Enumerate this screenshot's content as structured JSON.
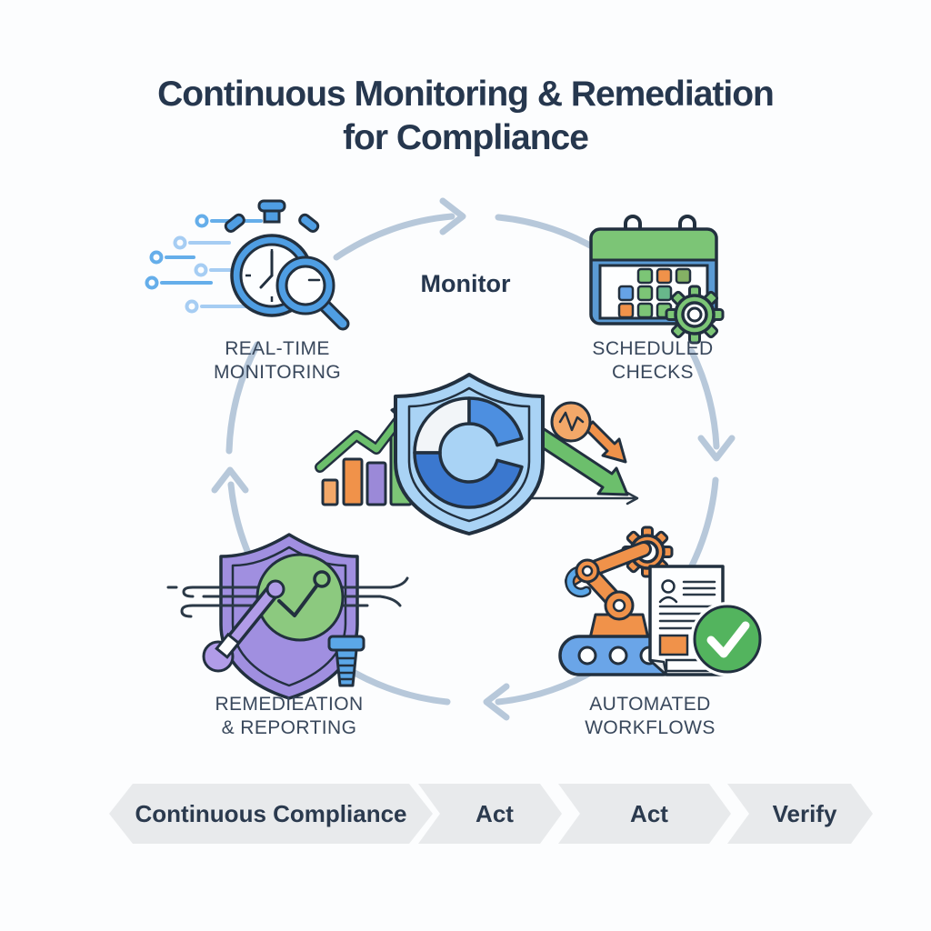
{
  "title": {
    "line1": "Continuous Monitoring & Remediation",
    "line2": "for Compliance"
  },
  "cycle": {
    "top_label": "Monitor",
    "direction": "clockwise",
    "center_icon": "compliance-shield-icon",
    "stages": [
      {
        "id": "real-time-monitoring",
        "label_line1": "REAL-TIME",
        "label_line2": "MONITORING",
        "icon": "stopwatch-magnifier-icon",
        "position": "top-left"
      },
      {
        "id": "scheduled-checks",
        "label_line1": "SCHEDULED",
        "label_line2": "CHECKS",
        "icon": "calendar-gear-icon",
        "position": "top-right"
      },
      {
        "id": "automated-workflows",
        "label_line1": "AUTOMATED",
        "label_line2": "WORKFLOWS",
        "icon": "robot-arm-document-icon",
        "position": "bottom-right"
      },
      {
        "id": "remediation-reporting",
        "label_line1": "REMEDIEATION",
        "label_line2": "& REPORTING",
        "icon": "shield-wrench-icon",
        "position": "bottom-left"
      }
    ]
  },
  "process_bar": {
    "steps": [
      {
        "label": "Continuous Compliance"
      },
      {
        "label": "Act"
      },
      {
        "label": "Act"
      },
      {
        "label": "Verify"
      }
    ]
  },
  "colors": {
    "background": "#fcfdfe",
    "outline_dark": "#22303f",
    "title_text": "#26374e",
    "stage_label_text": "#39485c",
    "cycle_arc": "#b7c8da",
    "chevron_background": "#e8eaec",
    "blue_primary": "#4f9ee3",
    "blue_shield": "#a9d3f5",
    "blue_c_mid": "#4d8fe0",
    "blue_c_dark": "#3b78cf",
    "calendar_frame_blue": "#5b9bd5",
    "green": "#7cc576",
    "green_arrow": "#6cbf6c",
    "green_check": "#53b45e",
    "orange": "#f0924a",
    "purple_shield": "#a08fe0",
    "purple_bar": "#9b89d8"
  }
}
